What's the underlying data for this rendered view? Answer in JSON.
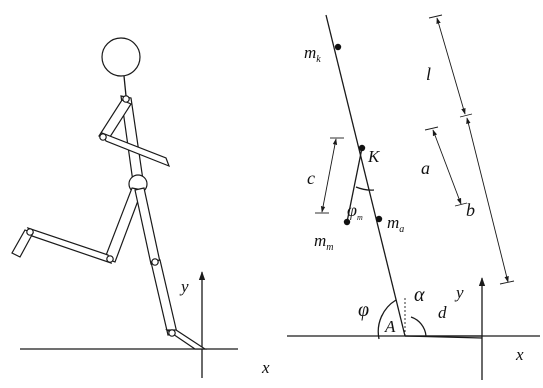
{
  "left_figure": {
    "axis_x_label": "x",
    "axis_y_label": "y"
  },
  "right_figure": {
    "axis_x_label": "x",
    "axis_y_label": "y",
    "mass_head_label": "m",
    "mass_head_sub": "k",
    "mass_leg_label": "m",
    "mass_leg_sub": "a",
    "mass_swing_label": "m",
    "mass_swing_sub": "m",
    "point_K_label": "K",
    "point_A_label": "A",
    "dim_l_label": "l",
    "dim_a_label": "a",
    "dim_b_label": "b",
    "dim_c_label": "c",
    "dim_d_label": "d",
    "angle_phi_label": "φ",
    "angle_alpha_label": "α",
    "angle_phi_sub_label": "φ",
    "angle_phi_sub_sub": "m"
  }
}
